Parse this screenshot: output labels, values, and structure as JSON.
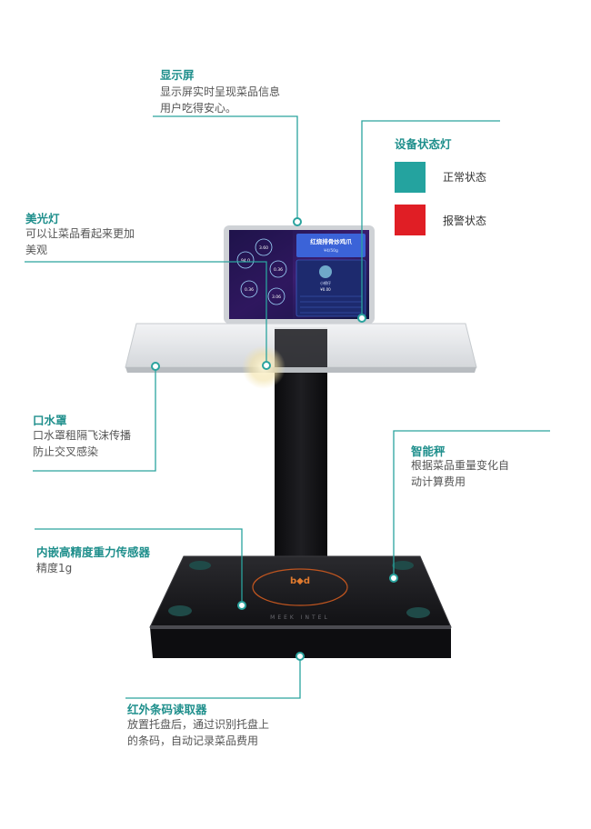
{
  "colors": {
    "accent": "#1f8f8c",
    "normal": "#24a39f",
    "alarm": "#e01e25",
    "line": "#2aa39e"
  },
  "callouts": {
    "display": {
      "title": "显示屏",
      "desc_lines": [
        "显示屏实时呈现菜品信息",
        "用户吃得安心。"
      ]
    },
    "status_light": {
      "title": "设备状态灯",
      "normal": "正常状态",
      "alarm": "报警状态"
    },
    "beauty_light": {
      "title": "美光灯",
      "desc_lines": [
        "可以让菜品看起来更加",
        "美观"
      ]
    },
    "mouth_guard": {
      "title": "口水罩",
      "desc_lines": [
        "口水罩租隔飞沫传播",
        "防止交叉感染"
      ]
    },
    "smart_scale": {
      "title": "智能秤",
      "desc_lines": [
        "根据菜品重量变化自",
        "动计算费用"
      ]
    },
    "gravity_sensor": {
      "title": "内嵌高精度重力传感器",
      "desc_lines": [
        "精度1g"
      ]
    },
    "barcode_reader": {
      "title": "红外条码读取器",
      "desc_lines": [
        "放置托盘后，通过识别托盘上",
        "的条码，自动记录菜品费用"
      ]
    }
  },
  "screen": {
    "dish_name": "红烧排骨炒鸡爪",
    "price_unit": "¥4/50g",
    "bubbles": [
      "3.60",
      "94.0",
      "0.36",
      "0.36",
      "3.06"
    ],
    "panel_caption": "小螃仔",
    "panel_price": "¥0.00"
  },
  "device": {
    "logo_text": "MEEK INTEL"
  }
}
